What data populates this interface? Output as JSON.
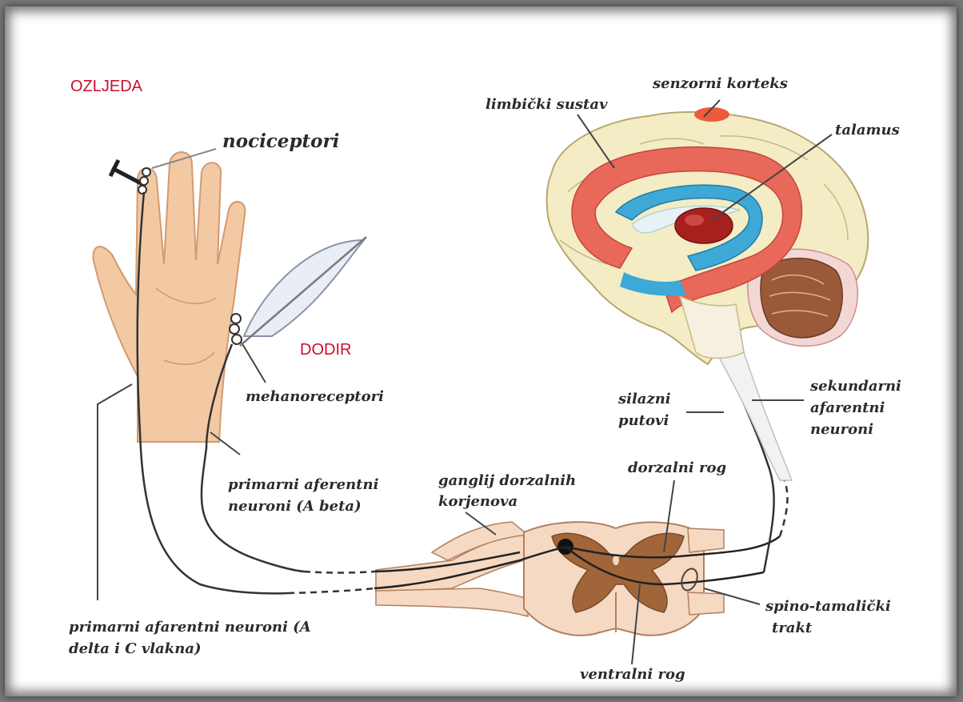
{
  "labels": {
    "ozljeda": "OZLJEDA",
    "dodir": "DODIR",
    "nociceptori": "nociceptori",
    "mehanoreceptori": "mehanoreceptori",
    "primarni_beta_1": "primarni aferentni",
    "primarni_beta_2": "neuroni (A beta)",
    "primarni_delta_1": "primarni afarentni neuroni (A",
    "primarni_delta_2": "delta i C vlakna)",
    "ganglij_1": "ganglij dorzalnih",
    "ganglij_2": "korjenova",
    "dorzalni_rog": "dorzalni rog",
    "ventralni_rog": "ventralni rog",
    "spino_1": "spino-tamalički",
    "spino_2": "trakt",
    "silazni_1": "silazni",
    "silazni_2": "putovi",
    "sekundarni_1": "sekundarni",
    "sekundarni_2": "afarentni",
    "sekundarni_3": "neuroni",
    "limbicki": "limbički sustav",
    "senzorni": "senzorni korteks",
    "talamus": "talamus"
  },
  "colors": {
    "accent_red": "#c8102e",
    "skin": "#f2c9a3",
    "cortex": "#f4ecc4",
    "limbic": "#e8685a",
    "ventricle": "#3ea8d6",
    "thalamus": "#a8201e",
    "cerebellum": "#9a5a3a",
    "grey_matter": "#a0663a"
  }
}
